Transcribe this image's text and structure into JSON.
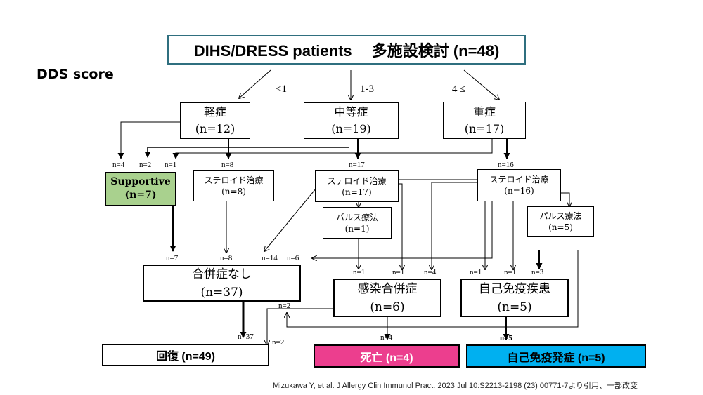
{
  "title": "DIHS/DRESS patients　 多施設検討 (n=48)",
  "score_label": "DDS score",
  "score_ranges": {
    "low": "<1",
    "mid": "1-3",
    "high": "4 ≤"
  },
  "severity": {
    "mild": {
      "name": "軽症",
      "n": "(n=12)"
    },
    "moderate": {
      "name": "中等症",
      "n": "(n=19)"
    },
    "severe": {
      "name": "重症",
      "n": "(n=17)"
    }
  },
  "treatment": {
    "supportive": {
      "name": "Supportive",
      "n": "(n=7)"
    },
    "steroid_mild": {
      "name": "ステロイド治療",
      "n": "(n=8)"
    },
    "steroid_moderate": {
      "name": "ステロイド治療",
      "n": "(n=17)"
    },
    "pulse_moderate": {
      "name": "パルス療法",
      "n": "(n=1)"
    },
    "steroid_severe": {
      "name": "ステロイド治療",
      "n": "(n=16)"
    },
    "pulse_severe": {
      "name": "パルス療法",
      "n": "(n=5)"
    }
  },
  "complication": {
    "none": {
      "name": "合併症なし",
      "n": "(n=37)"
    },
    "infection": {
      "name": "感染合併症",
      "n": "(n=6)"
    },
    "autoimmune": {
      "name": "自己免疫疾患",
      "n": "(n=5)"
    }
  },
  "outcome": {
    "recovery": "回復  (n=49)",
    "death": "死亡 (n=4)",
    "autoimmune_onset": "自己免疫発症 (n=5)"
  },
  "flow_counts": {
    "mild_to_supportive": "n=4",
    "moderate_to_supportive": "n=2",
    "severe_to_supportive": "n=1",
    "mild_to_steroid": "n=8",
    "moderate_to_steroid": "n=17",
    "severe_to_steroid": "n=16",
    "supportive_to_none": "n=7",
    "steroid_mild_to_none": "n=8",
    "moderate_to_none": "n=14",
    "severe_to_none": "n=6",
    "pulse_to_infection": "n=1",
    "moderate_to_infection": "n=1",
    "severe_to_infection": "n=4",
    "moderate_to_autoimmune": "n=1",
    "severe_to_autoimmune": "n=1",
    "pulse_to_autoimmune": "n=3",
    "none_to_recovery": "n=37",
    "infection_to_recovery": "n=2",
    "autoimmune_to_recovery": "n=2",
    "infection_to_death": "n=4",
    "autoimmune_to_onset": "n=5"
  },
  "citation": "Mizukawa Y, et al. J Allergy Clin Immunol Pract. 2023 Jul 10:S2213-2198 (23) 00771-7より引用、一部改変",
  "colors": {
    "supportive": "#a9d18e",
    "death": "#ec3e8e",
    "autoimmune_onset": "#00b0f0",
    "title_border": "#2f6f7f"
  }
}
